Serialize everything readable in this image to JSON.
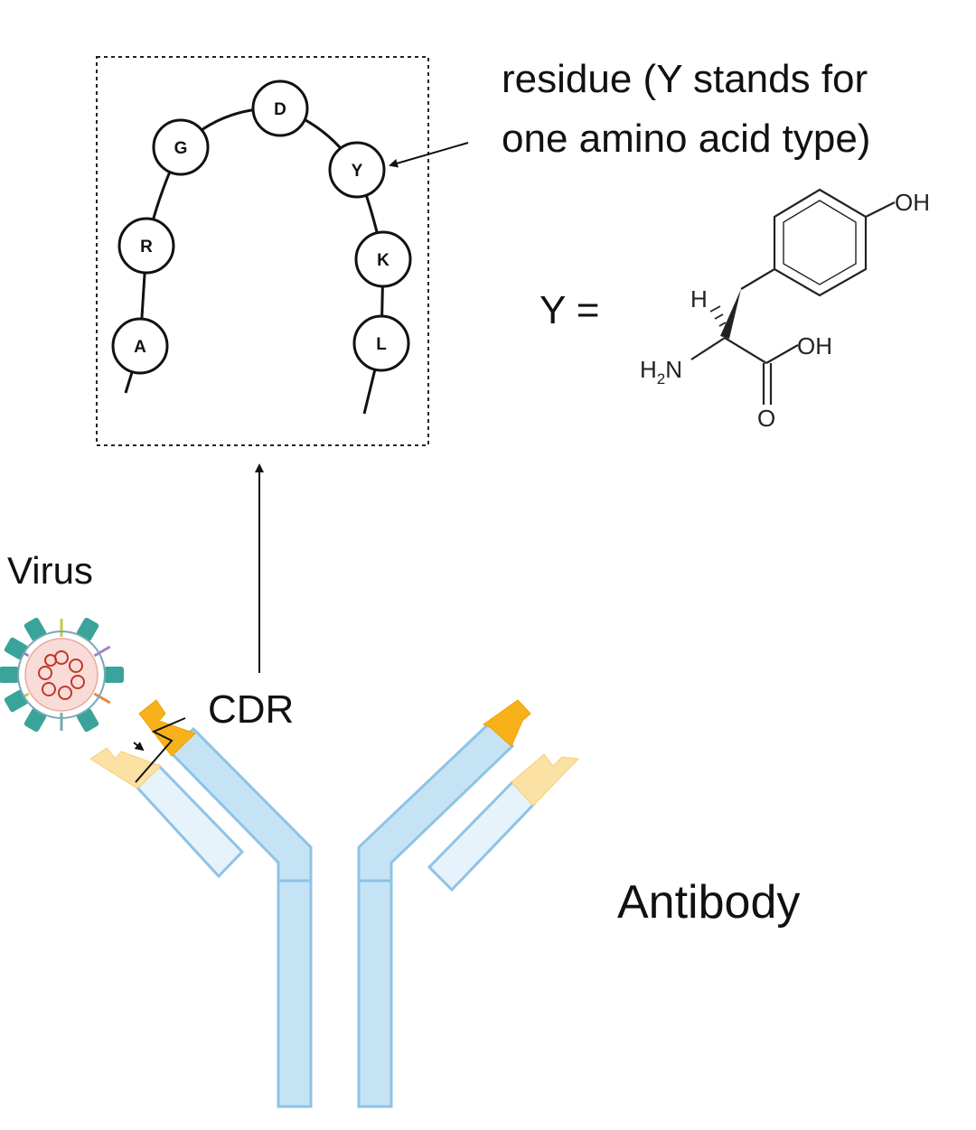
{
  "annotation": {
    "residue_line1": "residue (Y stands for",
    "residue_line2": "one amino acid type)"
  },
  "residues": [
    "A",
    "R",
    "G",
    "D",
    "Y",
    "K",
    "L"
  ],
  "formula": {
    "equation_label": "Y =",
    "oh_top": "OH",
    "oh_acid": "OH",
    "h_label": "H",
    "amine_h": "H",
    "amine_sub": "2",
    "amine_n": "N",
    "oxygen": "O"
  },
  "labels": {
    "virus": "Virus",
    "cdr": "CDR",
    "antibody": "Antibody"
  },
  "colors": {
    "heavy_chain_fill": "#c6e3f5",
    "heavy_chain_stroke": "#8ec3e6",
    "light_chain_fill": "#e6f3fb",
    "cdr_heavy": "#f7b21b",
    "cdr_light": "#fbe1a3",
    "virus_core": "#f9dcd8",
    "virus_spike": "#3aa39a"
  }
}
